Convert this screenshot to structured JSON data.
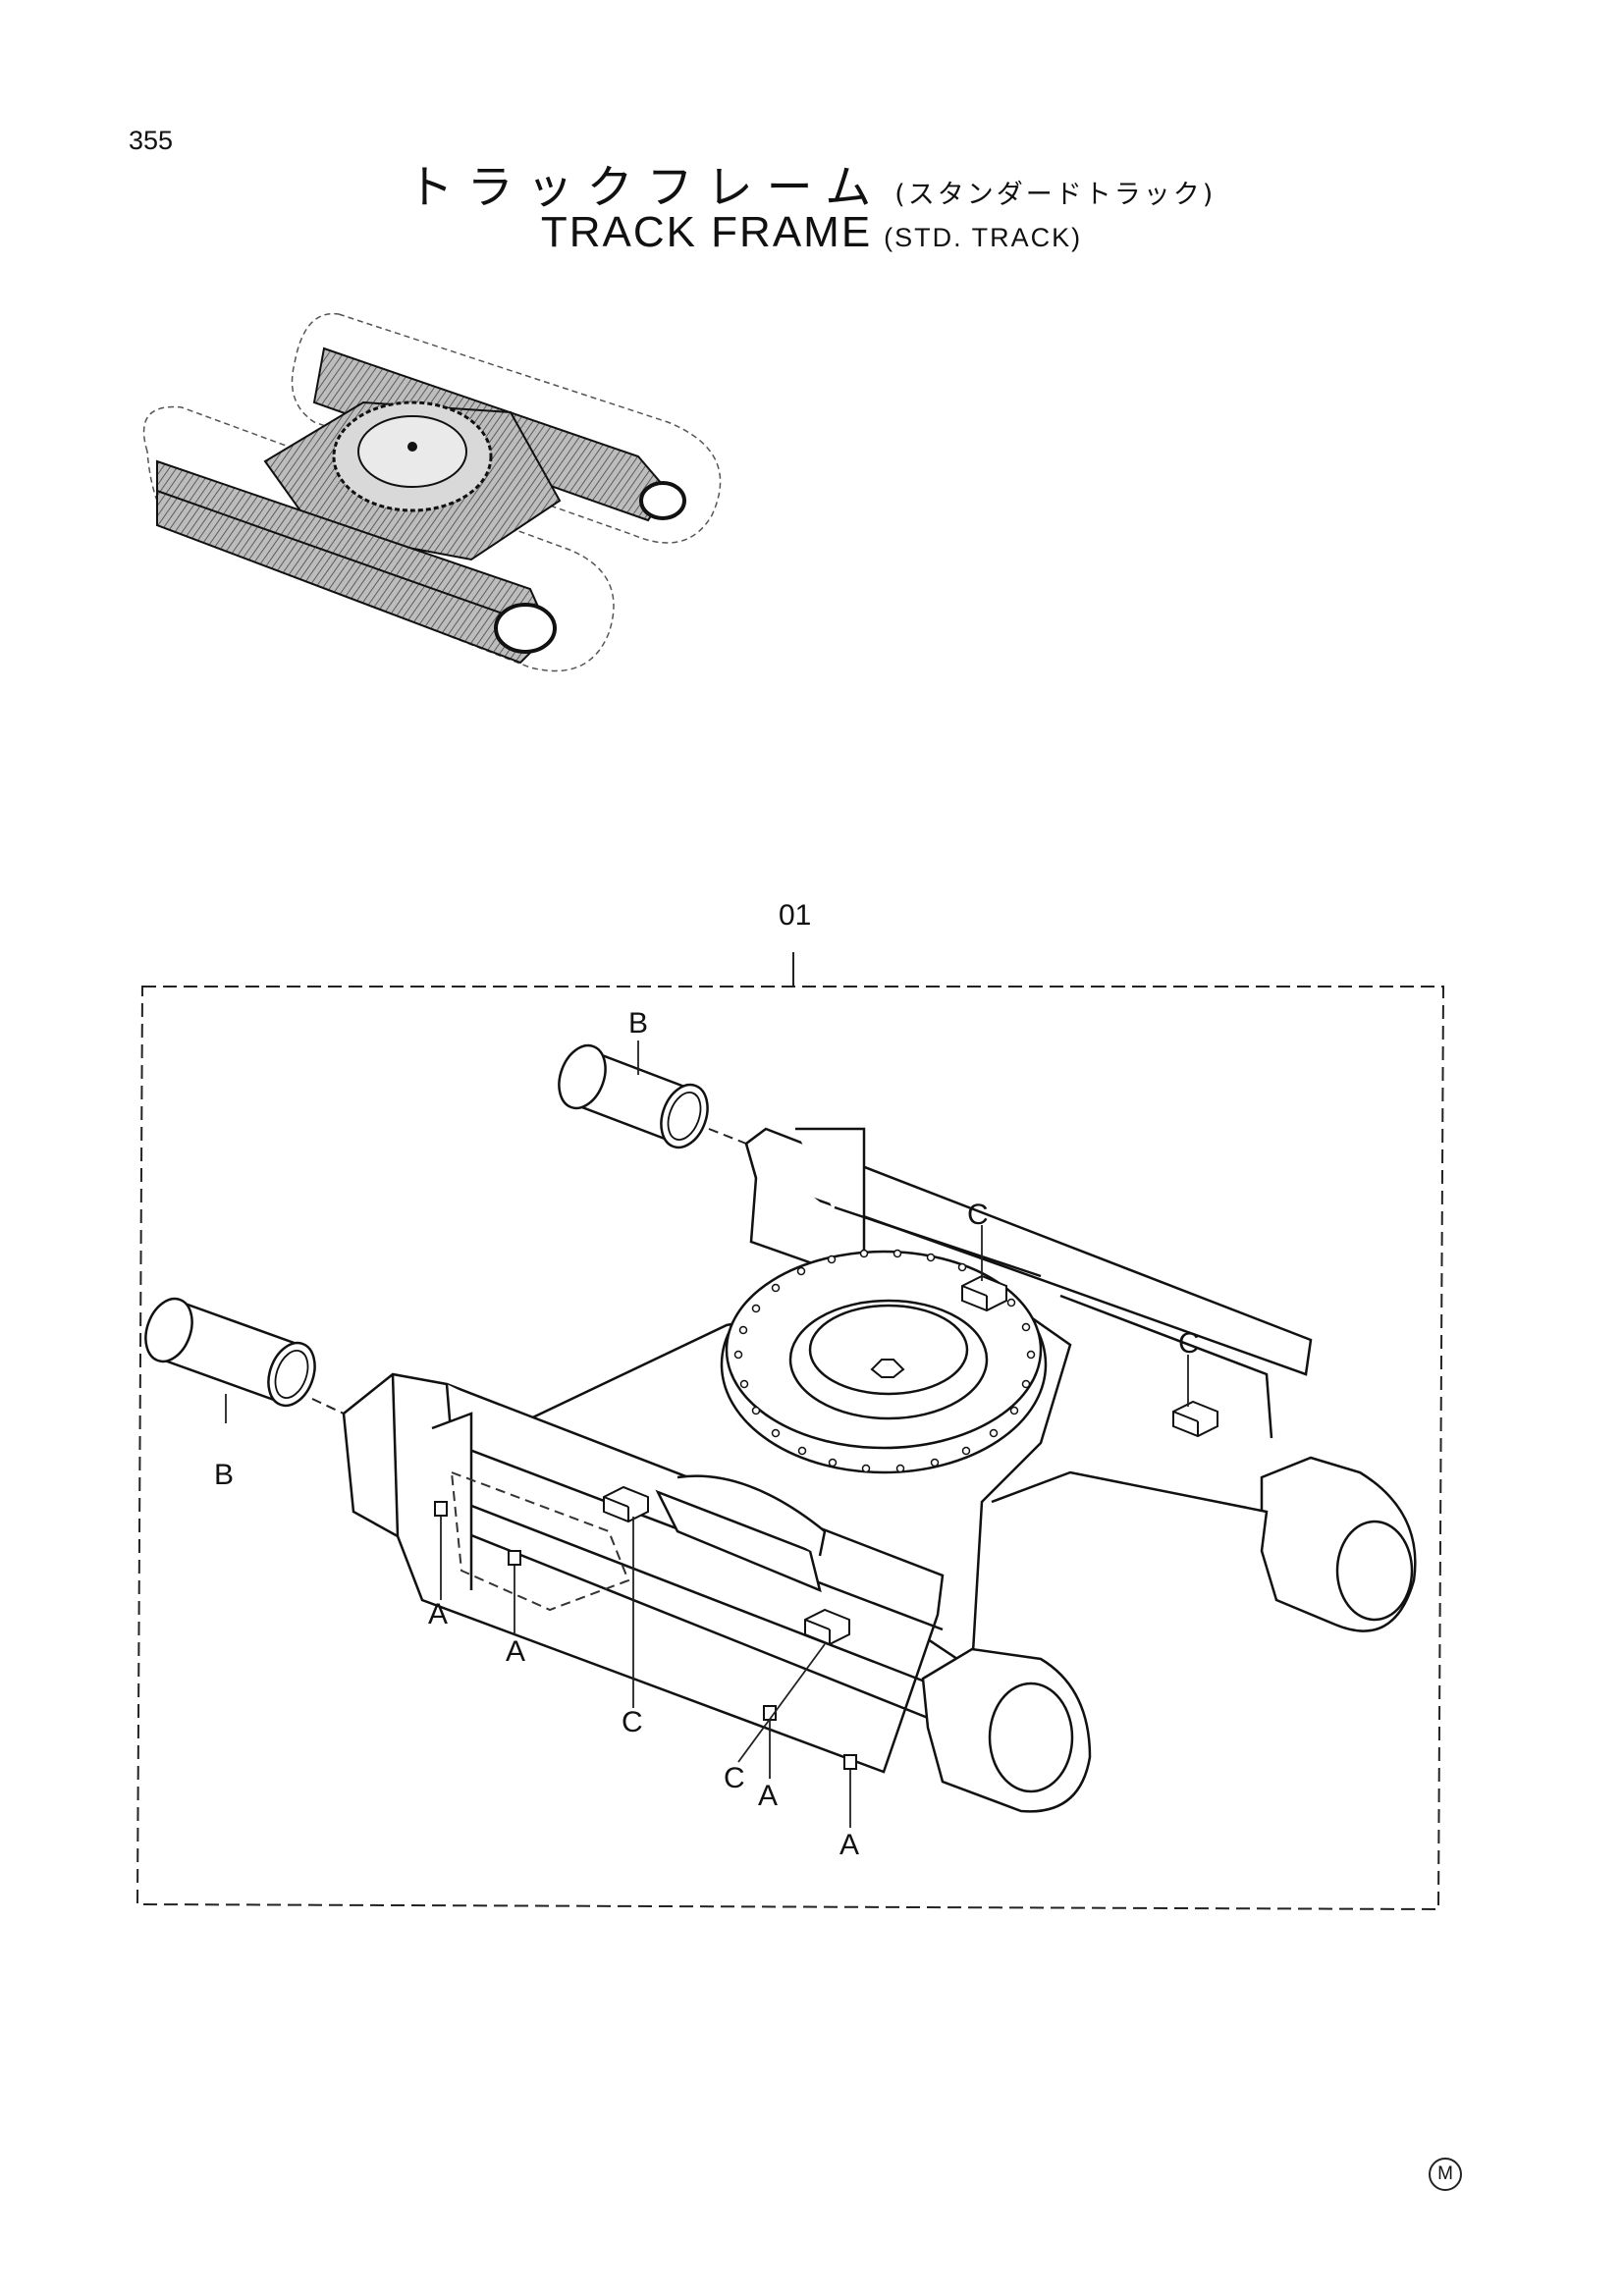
{
  "page": {
    "number": "355",
    "title_jp": "トラックフレーム",
    "title_jp_sub": "(スタンダードトラック)",
    "title_en": "TRACK FRAME",
    "title_en_sub": "(STD. TRACK)"
  },
  "diagram": {
    "part_number": "01",
    "callouts": {
      "a1": "A",
      "a2": "A",
      "a3": "A",
      "a4": "A",
      "b1": "B",
      "b2": "B",
      "c1": "C",
      "c2": "C",
      "c3": "C",
      "c4": "C"
    }
  },
  "footer": {
    "mark": "M"
  }
}
